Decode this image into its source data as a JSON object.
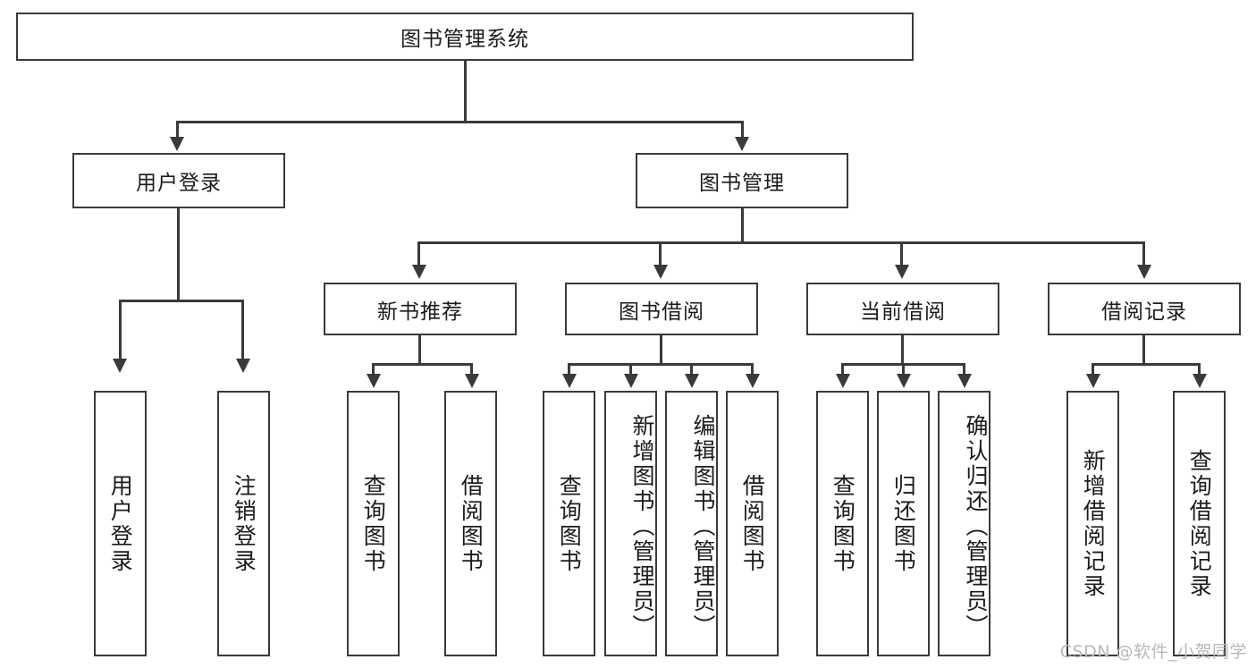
{
  "diagram": {
    "type": "tree-hierarchy",
    "title_text": "图书管理系统",
    "root": {
      "label": "图书管理系统"
    },
    "level2": [
      {
        "label": "用户登录"
      },
      {
        "label": "图书管理"
      }
    ],
    "level3": [
      {
        "label": "新书推荐"
      },
      {
        "label": "图书借阅"
      },
      {
        "label": "当前借阅"
      },
      {
        "label": "借阅记录"
      }
    ],
    "leaves": {
      "user_login": [
        {
          "label": "用户登录"
        },
        {
          "label": "注销登录"
        }
      ],
      "new_book_recommend": [
        {
          "label": "查询图书"
        },
        {
          "label": "借阅图书"
        }
      ],
      "book_borrow": [
        {
          "label": "查询图书"
        },
        {
          "label": "新增图书（管理员）"
        },
        {
          "label": "编辑图书（管理员）"
        },
        {
          "label": "借阅图书"
        }
      ],
      "current_borrow": [
        {
          "label": "查询图书"
        },
        {
          "label": "归还图书"
        },
        {
          "label": "确认归还（管理员）"
        }
      ],
      "borrow_record": [
        {
          "label": "新增借阅记录"
        },
        {
          "label": "查询借阅记录"
        }
      ]
    }
  },
  "watermark": {
    "text": "CSDN @软件_小贺同学"
  },
  "colors": {
    "stroke": "#3a3a3a",
    "text": "#1b1b1b",
    "background": "#ffffff",
    "watermark": "#b8b8b8"
  }
}
